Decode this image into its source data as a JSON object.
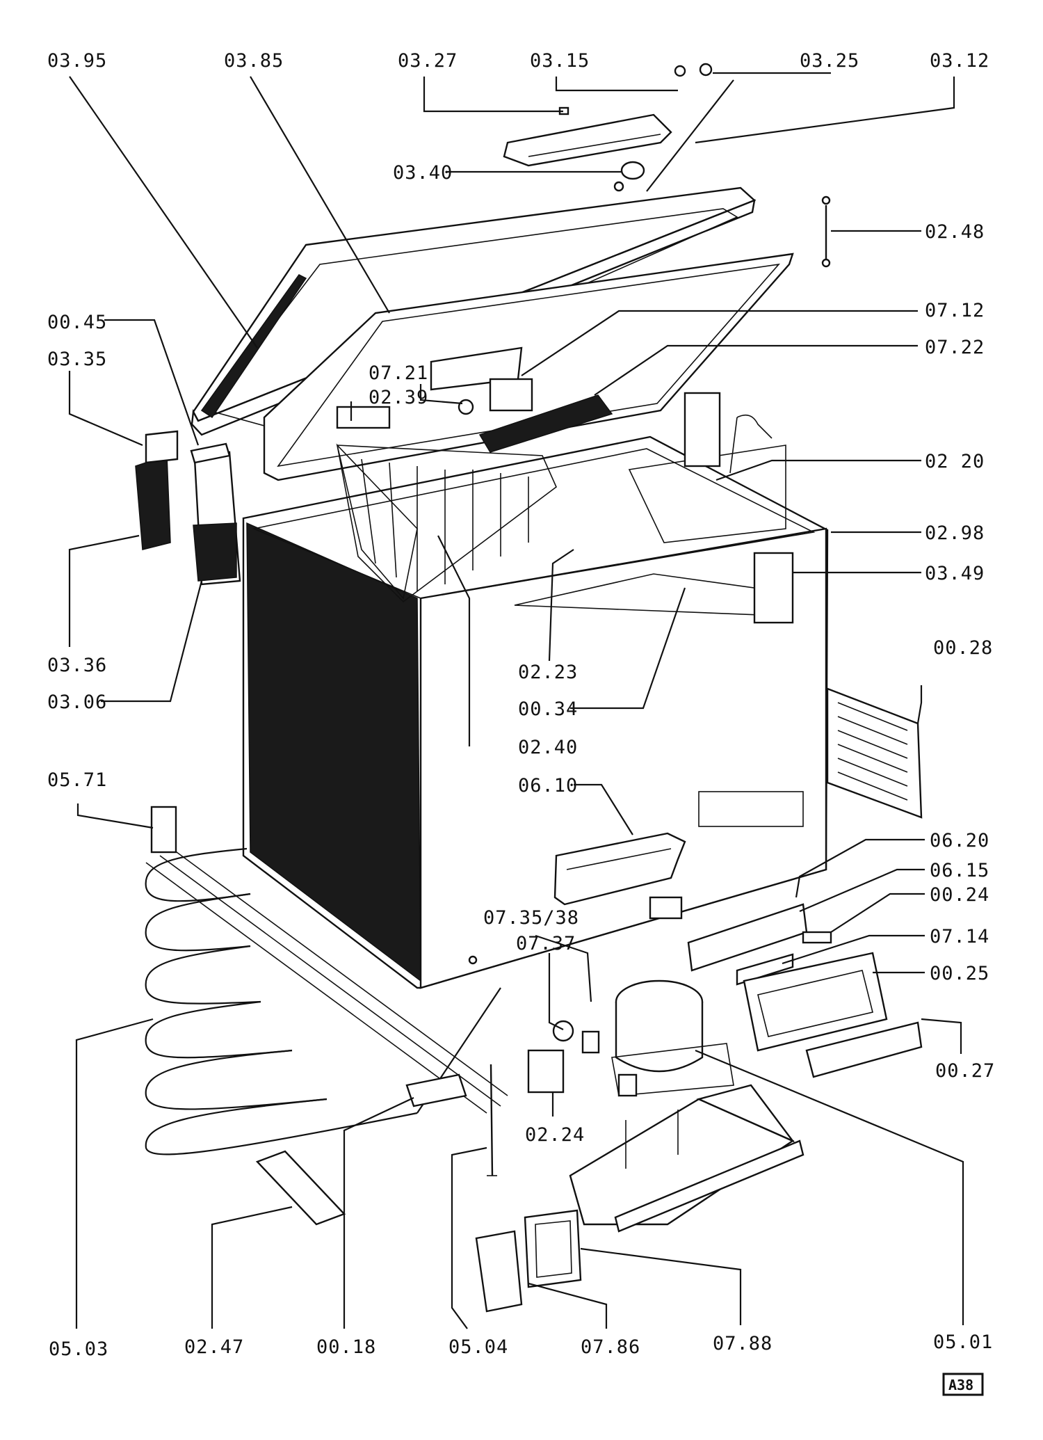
{
  "parts": {
    "p0395": "03.95",
    "p0385": "03.85",
    "p0327": "03.27",
    "p0315": "03.15",
    "p0325": "03.25",
    "p0312": "03.12",
    "p0340": "03.40",
    "p0248": "02.48",
    "p0045": "00.45",
    "p0335": "03.35",
    "p0712": "07.12",
    "p0721": "07.21",
    "p0722": "07.22",
    "p0239": "02.39",
    "p0220": "02 20",
    "p0298": "02.98",
    "p0349": "03.49",
    "p0336": "03.36",
    "p0306": "03.06",
    "p0223": "02.23",
    "p0028": "00.28",
    "p0034": "00.34",
    "p0240": "02.40",
    "p0571": "05.71",
    "p0610": "06.10",
    "p0620": "06.20",
    "p0615": "06.15",
    "p073538": "07.35/38",
    "p0024": "00.24",
    "p0737": "07.37",
    "p0714": "07.14",
    "p0025": "00.25",
    "p0224": "02.24",
    "p0027": "00.27",
    "p0503": "05.03",
    "p0247": "02.47",
    "p0018": "00.18",
    "p0504": "05.04",
    "p0786": "07.86",
    "p0788": "07.88",
    "p0501": "05.01"
  },
  "page_code": "A38"
}
